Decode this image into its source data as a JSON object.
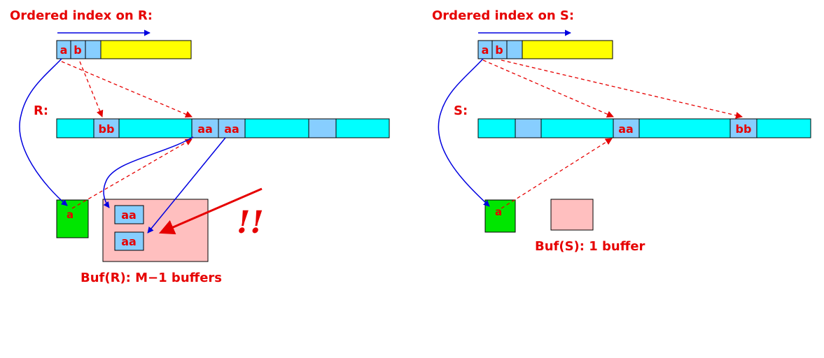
{
  "colors": {
    "yellow": "#ffff00",
    "cyan": "#00ffff",
    "lightblue": "#87ceff",
    "green": "#00e600",
    "pink": "#ffbfbf",
    "red": "#e60000",
    "blue": "#0000e0"
  },
  "left": {
    "title": "Ordered index on R:",
    "index_cells": [
      "a",
      "b"
    ],
    "relation_label": "R:",
    "relation_cells": [
      "bb",
      "aa",
      "aa"
    ],
    "input_record": "a",
    "buffer_records": [
      "aa",
      "aa"
    ],
    "buffer_caption": "Buf(R): M−1 buffers",
    "warning": "!!"
  },
  "right": {
    "title": "Ordered index on S:",
    "index_cells": [
      "a",
      "b"
    ],
    "relation_label": "S:",
    "relation_cells": [
      "aa",
      "bb"
    ],
    "input_record": "a",
    "buffer_caption": "Buf(S): 1 buffer"
  }
}
